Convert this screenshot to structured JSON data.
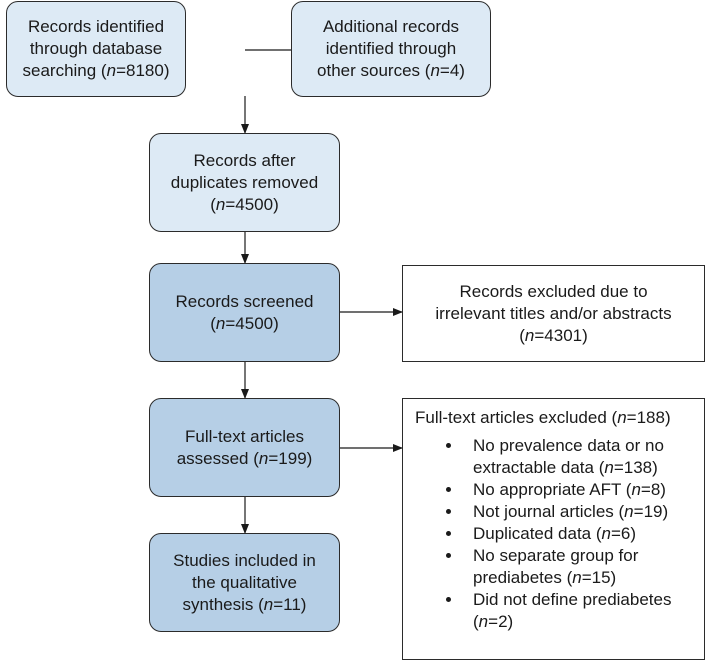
{
  "boxes": {
    "db_search": {
      "line1": "Records identified",
      "line2": "through database",
      "line3_pre": "searching (",
      "n": "n",
      "line3_post": "=8180)"
    },
    "other_sources": {
      "line1": "Additional records",
      "line2": "identified through",
      "line3_pre": "other sources (",
      "n": "n",
      "line3_post": "=4)"
    },
    "after_dup": {
      "line1": "Records after",
      "line2": "duplicates removed",
      "line3_pre": "(",
      "n": "n",
      "line3_post": "=4500)"
    },
    "screened": {
      "line1": "Records screened",
      "line2_pre": "(",
      "n": "n",
      "line2_post": "=4500)"
    },
    "excluded_titles": {
      "line1": "Records excluded due to",
      "line2": "irrelevant titles and/or abstracts",
      "line3_pre": "(",
      "n": "n",
      "line3_post": "=4301)"
    },
    "fulltext": {
      "line1": "Full-text articles",
      "line2_pre": "assessed (",
      "n": "n",
      "line2_post": "=199)"
    },
    "fulltext_excluded": {
      "title_pre": "Full-text articles excluded (",
      "n": "n",
      "title_post": "=188)",
      "items": [
        {
          "l1": "No prevalence data or no",
          "l2_pre": "extractable data (",
          "n": "n",
          "l2_post": "=138)"
        },
        {
          "l1_pre": "No appropriate AFT (",
          "n": "n",
          "l1_post": "=8)"
        },
        {
          "l1_pre": "Not journal articles (",
          "n": "n",
          "l1_post": "=19)"
        },
        {
          "l1_pre": "Duplicated data (",
          "n": "n",
          "l1_post": "=6)"
        },
        {
          "l1": "No separate group for",
          "l2_pre": "prediabetes (",
          "n": "n",
          "l2_post": "=15)"
        },
        {
          "l1": "Did not define prediabetes",
          "l2_pre": "(",
          "n": "n",
          "l2_post": "=2)"
        }
      ]
    },
    "included": {
      "line1": "Studies included in",
      "line2": "the qualitative",
      "line3_pre": "synthesis (",
      "n": "n",
      "line3_post": "=11)"
    }
  }
}
